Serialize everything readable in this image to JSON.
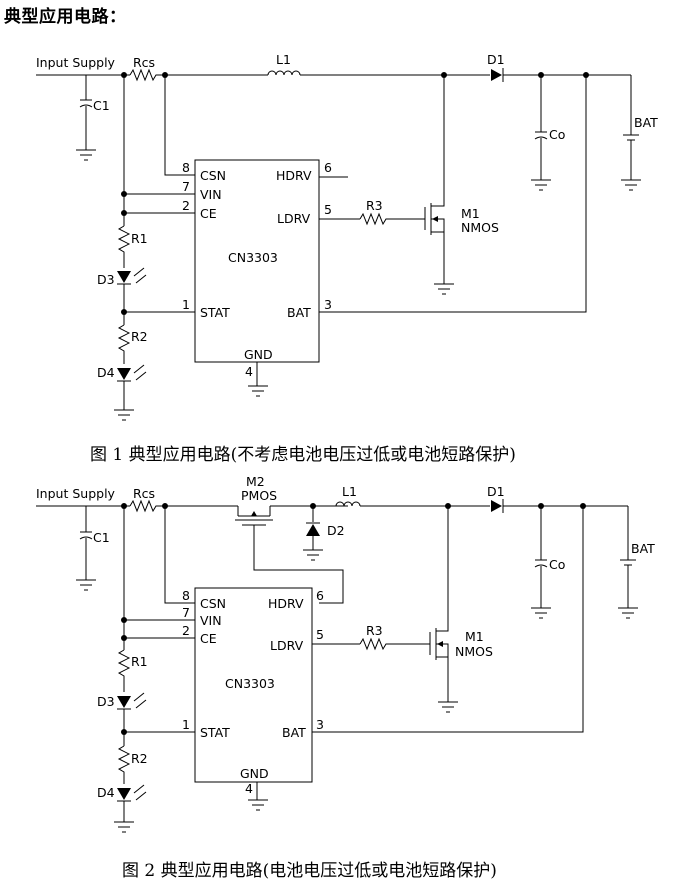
{
  "heading": "典型应用电路：",
  "circuits": [
    {
      "caption": "图 1   典型应用电路(不考虑电池电压过低或电池短路保护)",
      "input_label": "Input Supply",
      "rcs_label": "Rcs",
      "l1_label": "L1",
      "d1_label": "D1",
      "c1_label": "C1",
      "co_label": "Co",
      "bat_label": "BAT",
      "r1_label": "R1",
      "r2_label": "R2",
      "r3_label": "R3",
      "d3_label": "D3",
      "d4_label": "D4",
      "m1_label": "M1",
      "nmos_label": "NMOS",
      "chip_name": "CN3303",
      "pins": {
        "csn": "CSN",
        "vin": "VIN",
        "ce": "CE",
        "stat": "STAT",
        "hdrv": "HDRV",
        "ldrv": "LDRV",
        "bat": "BAT",
        "gnd": "GND",
        "n8": "8",
        "n7": "7",
        "n2": "2",
        "n1": "1",
        "n6": "6",
        "n5": "5",
        "n3": "3",
        "n4": "4"
      }
    },
    {
      "caption": "图 2   典型应用电路(电池电压过低或电池短路保护)",
      "input_label": "Input Supply",
      "rcs_label": "Rcs",
      "l1_label": "L1",
      "d1_label": "D1",
      "c1_label": "C1",
      "co_label": "Co",
      "bat_label": "BAT",
      "r1_label": "R1",
      "r2_label": "R2",
      "r3_label": "R3",
      "d3_label": "D3",
      "d4_label": "D4",
      "m1_label": "M1",
      "nmos_label": "NMOS",
      "m2_label": "M2",
      "pmos_label": "PMOS",
      "d2_label": "D2",
      "chip_name": "CN3303",
      "pins": {
        "csn": "CSN",
        "vin": "VIN",
        "ce": "CE",
        "stat": "STAT",
        "hdrv": "HDRV",
        "ldrv": "LDRV",
        "bat": "BAT",
        "gnd": "GND",
        "n8": "8",
        "n7": "7",
        "n2": "2",
        "n1": "1",
        "n6": "6",
        "n5": "5",
        "n3": "3",
        "n4": "4"
      }
    }
  ]
}
